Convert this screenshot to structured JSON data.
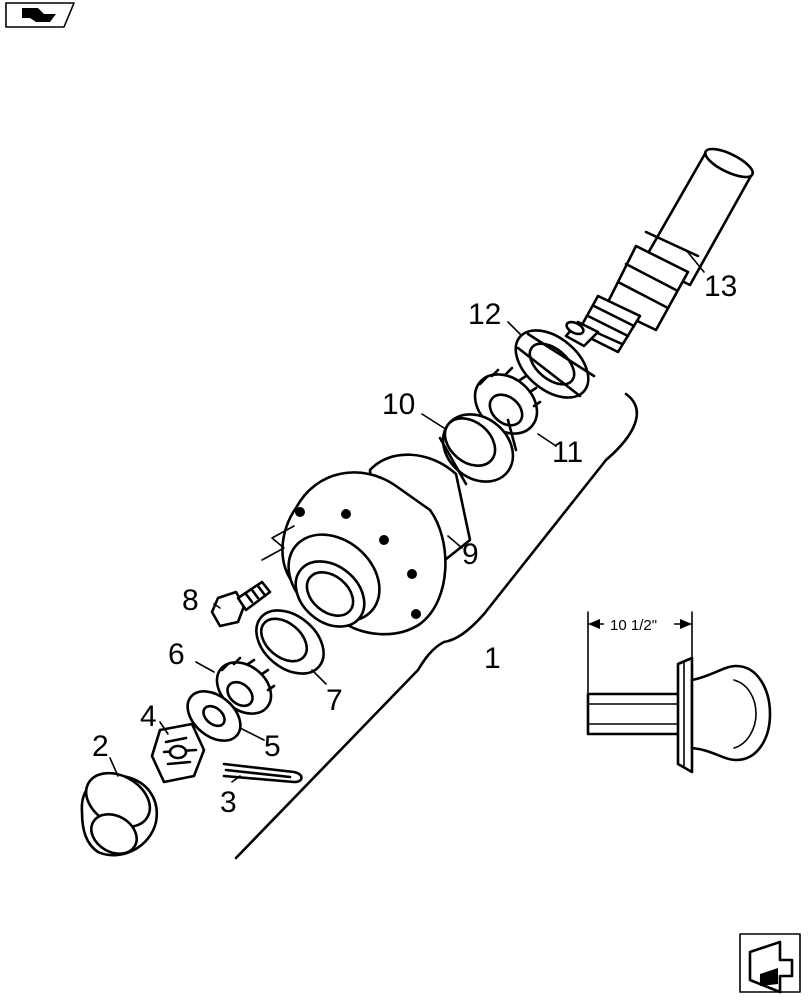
{
  "callouts": [
    "1",
    "2",
    "3",
    "4",
    "5",
    "6",
    "7",
    "8",
    "9",
    "10",
    "11",
    "12",
    "13"
  ],
  "dimension": "10 1/2\"",
  "icons": {
    "top_left": "book-arrow-icon",
    "bottom_right": "next-page-arrow-icon"
  }
}
